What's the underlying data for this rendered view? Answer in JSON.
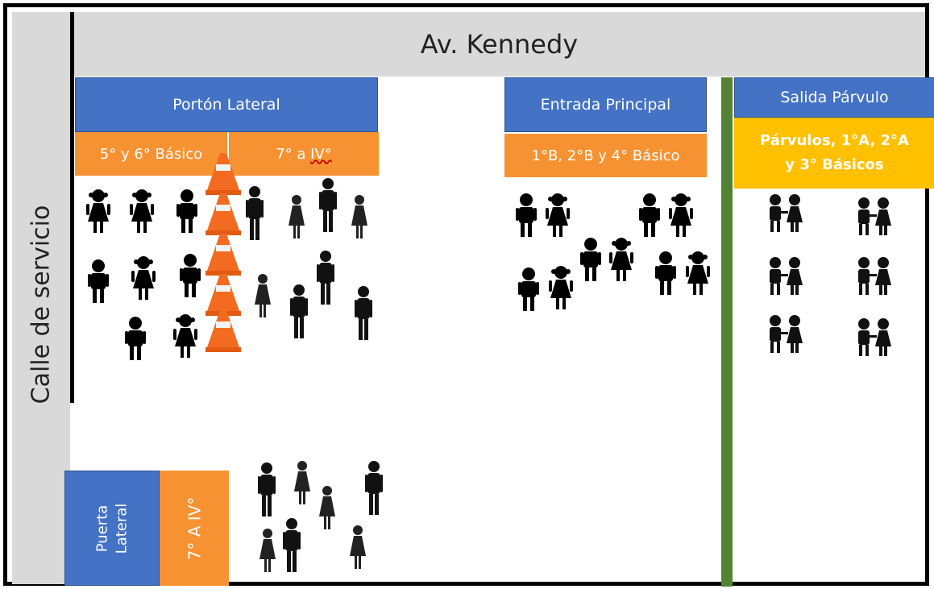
{
  "streets": {
    "top": "Av. Kennedy",
    "side": "Calle de servicio"
  },
  "gates": {
    "porton_lateral": "Portón Lateral",
    "entrada_principal": "Entrada Principal",
    "salida_parvulo": "Salida Párvulo",
    "puerta_lateral_line1": "Puerta",
    "puerta_lateral_line2": "Lateral"
  },
  "groups": {
    "g5_6": "5° y 6° Básico",
    "g7_iv_prefix": "7° a ",
    "g7_iv_suffix": "IV°",
    "g1b_4": "1°B, 2°B y 4° Básico",
    "parvulos_line1": "Párvulos, 1°A, 2°A",
    "parvulos_line2": "y 3° Básicos",
    "g7_iv_side": "7° A IV°"
  },
  "colors": {
    "gate_blue": "#4472c4",
    "group_orange": "#f79232",
    "group_yellow": "#ffc000",
    "divider_green": "#548235",
    "street_gray": "#d9d9d9"
  }
}
